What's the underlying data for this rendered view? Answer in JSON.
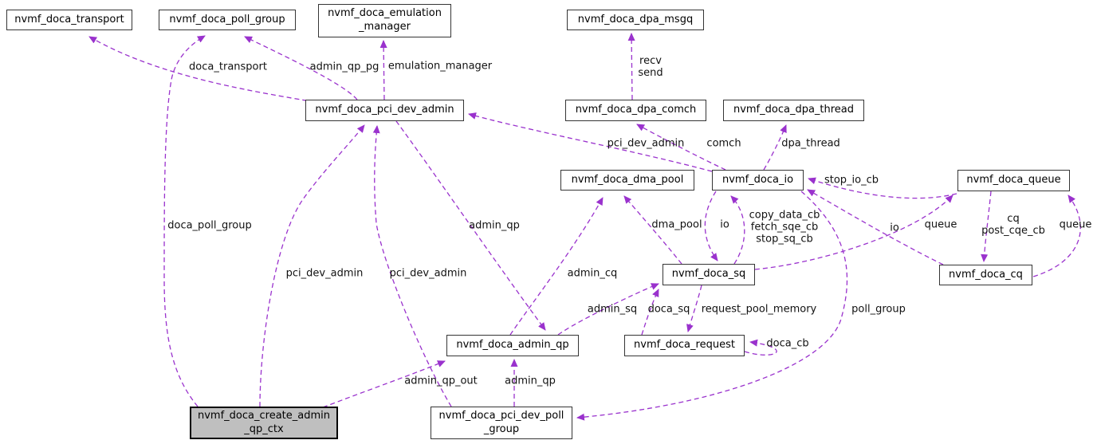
{
  "diagram_title": "nvmf_doca collaboration diagram",
  "colors": {
    "edge": "#9a32cd",
    "node_fill": "#ffffff",
    "node_border": "#353535",
    "highlight_fill": "#bfbfbf",
    "background": "#ffffff",
    "text": "#000000"
  },
  "nodes": [
    {
      "id": "transport",
      "label": "nvmf_doca_transport"
    },
    {
      "id": "poll_group",
      "label": "nvmf_doca_poll_group"
    },
    {
      "id": "emulation_manager",
      "label": "nvmf_doca_emulation\n_manager"
    },
    {
      "id": "dpa_msgq",
      "label": "nvmf_doca_dpa_msgq"
    },
    {
      "id": "pci_dev_admin",
      "label": "nvmf_doca_pci_dev_admin"
    },
    {
      "id": "dpa_comch",
      "label": "nvmf_doca_dpa_comch"
    },
    {
      "id": "dpa_thread",
      "label": "nvmf_doca_dpa_thread"
    },
    {
      "id": "dma_pool",
      "label": "nvmf_doca_dma_pool"
    },
    {
      "id": "io",
      "label": "nvmf_doca_io"
    },
    {
      "id": "queue",
      "label": "nvmf_doca_queue"
    },
    {
      "id": "sq",
      "label": "nvmf_doca_sq"
    },
    {
      "id": "cq",
      "label": "nvmf_doca_cq"
    },
    {
      "id": "admin_qp",
      "label": "nvmf_doca_admin_qp"
    },
    {
      "id": "request",
      "label": "nvmf_doca_request"
    },
    {
      "id": "create_ctx",
      "label": "nvmf_doca_create_admin\n_qp_ctx"
    },
    {
      "id": "pci_dev_poll_group",
      "label": "nvmf_doca_pci_dev_poll\n_group"
    }
  ],
  "edge_labels": [
    {
      "id": "doca_transport",
      "text": "doca_transport"
    },
    {
      "id": "admin_qp_pg",
      "text": "admin_qp_pg"
    },
    {
      "id": "emulation_manager",
      "text": "emulation_manager"
    },
    {
      "id": "recv_send",
      "text": "recv\nsend"
    },
    {
      "id": "pci_dev_admin_io",
      "text": "pci_dev_admin"
    },
    {
      "id": "comch",
      "text": "comch"
    },
    {
      "id": "dpa_thread",
      "text": "dpa_thread"
    },
    {
      "id": "stop_io_cb",
      "text": "stop_io_cb"
    },
    {
      "id": "doca_poll_group",
      "text": "doca_poll_group"
    },
    {
      "id": "pci_dev_admin_ctx",
      "text": "pci_dev_admin"
    },
    {
      "id": "pci_dev_admin_pg",
      "text": "pci_dev_admin"
    },
    {
      "id": "admin_qp_mid",
      "text": "admin_qp"
    },
    {
      "id": "dma_pool",
      "text": "dma_pool"
    },
    {
      "id": "io_sq",
      "text": "io"
    },
    {
      "id": "sq_cb_block",
      "text": "copy_data_cb\nfetch_sqe_cb\nstop_sq_cb"
    },
    {
      "id": "io_cq",
      "text": "io"
    },
    {
      "id": "queue_left",
      "text": "queue"
    },
    {
      "id": "cq_post_cqe_cb",
      "text": "cq\npost_cqe_cb"
    },
    {
      "id": "queue_right",
      "text": "queue"
    },
    {
      "id": "admin_cq",
      "text": "admin_cq"
    },
    {
      "id": "admin_sq",
      "text": "admin_sq"
    },
    {
      "id": "doca_sq",
      "text": "doca_sq"
    },
    {
      "id": "request_pool_memory",
      "text": "request_pool_memory"
    },
    {
      "id": "poll_group_edge",
      "text": "poll_group"
    },
    {
      "id": "doca_cb",
      "text": "doca_cb"
    },
    {
      "id": "admin_qp_out",
      "text": "admin_qp_out"
    },
    {
      "id": "admin_qp_from_pg",
      "text": "admin_qp"
    }
  ]
}
